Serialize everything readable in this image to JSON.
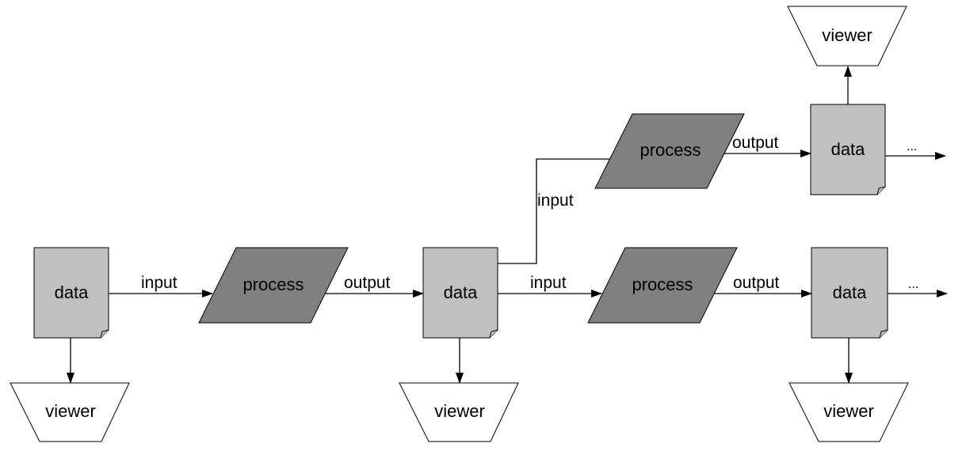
{
  "colors": {
    "data_fill": "#c0c0c0",
    "process_fill": "#808080",
    "viewer_fill": "#ffffff",
    "line": "#000000",
    "background": "#ffffff"
  },
  "nodes": {
    "data_1": {
      "label": "data"
    },
    "process_1": {
      "label": "process"
    },
    "data_2": {
      "label": "data"
    },
    "process_2": {
      "label": "process"
    },
    "process_3": {
      "label": "process"
    },
    "data_3": {
      "label": "data"
    },
    "data_4": {
      "label": "data"
    },
    "viewer_1": {
      "label": "viewer"
    },
    "viewer_2": {
      "label": "viewer"
    },
    "viewer_3": {
      "label": "viewer"
    },
    "viewer_4": {
      "label": "viewer"
    }
  },
  "edges": {
    "input_1": "input",
    "output_1": "output",
    "input_2": "input",
    "output_2": "output",
    "input_3": "input",
    "output_3": "output",
    "continue_1": "...",
    "continue_2": "..."
  }
}
